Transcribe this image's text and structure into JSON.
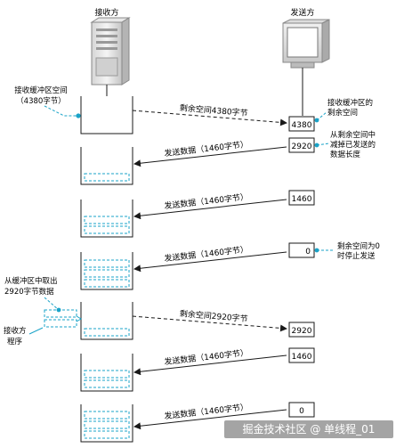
{
  "receiver_title": "接收方",
  "sender_title": "发送方",
  "note_buffer": [
    "接收缓冲区空间",
    "（4380字节）"
  ],
  "note_remaining": [
    "接收缓冲区的",
    "剩余空间"
  ],
  "note_subtract": [
    "从剩余空间中",
    "减掉已发送的",
    "数据长度"
  ],
  "note_stop": [
    "剩余空间为0",
    "时停止发送"
  ],
  "note_takeout": [
    "从缓冲区中取出",
    "2920字节数据"
  ],
  "note_app": [
    "接收方",
    "程序"
  ],
  "arrow_labels": [
    "剩余空间4380字节",
    "发送数据（1460字节）",
    "发送数据（1460字节）",
    "发送数据（1460字节）",
    "剩余空间2920字节",
    "发送数据（1460字节）",
    "发送数据（1460字节）"
  ],
  "value_boxes": [
    "4380",
    "2920",
    "1460",
    "0",
    "2920",
    "1460",
    "0"
  ],
  "watermark": "掘金技术社区 @ 单线程_01",
  "colors": {
    "accent": "#1aa3c8",
    "line": "#1a1a1a",
    "watermark_bg": "#8a8a8a"
  }
}
